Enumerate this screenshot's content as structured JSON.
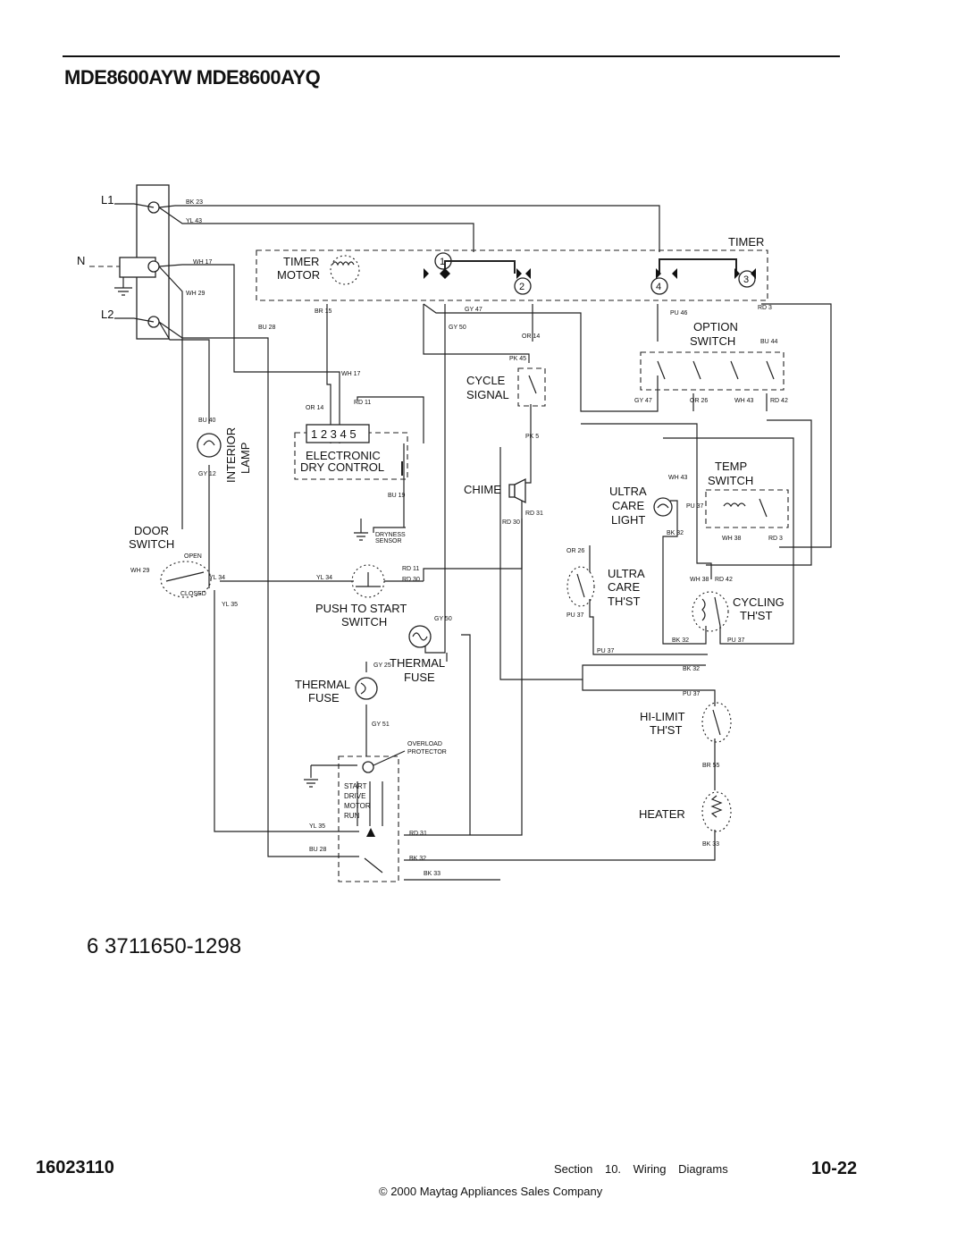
{
  "header": {
    "models": "MDE8600AYW  MDE8600AYQ"
  },
  "diagram": {
    "part_number": "6 3711650-1298",
    "terminals": {
      "l1": "L1",
      "n": "N",
      "l2": "L2"
    },
    "timer": {
      "label": "TIMER",
      "motor_label": [
        "TIMER",
        "MOTOR"
      ],
      "contacts": [
        "1",
        "2",
        "3",
        "4"
      ]
    },
    "components": {
      "option_switch": [
        "OPTION",
        "SWITCH"
      ],
      "cycle_signal": [
        "CYCLE",
        "SIGNAL"
      ],
      "interior_lamp": [
        "INTERIOR",
        "LAMP"
      ],
      "electronic_dry_control": [
        "ELECTRONIC",
        "DRY CONTROL"
      ],
      "terminal_block": "1 2 3 4 5",
      "chime": "CHIME",
      "dryness_sensor": [
        "DRYNESS",
        "SENSOR"
      ],
      "door_switch": [
        "DOOR",
        "SWITCH"
      ],
      "door_open": "OPEN",
      "door_closed": "CLOSED",
      "push_to_start": [
        "PUSH TO START",
        "SWITCH"
      ],
      "thermal_fuse_right": [
        "THERMAL",
        "FUSE"
      ],
      "thermal_fuse_left": [
        "THERMAL",
        "FUSE"
      ],
      "temp_switch": [
        "TEMP",
        "SWITCH"
      ],
      "ultra_care_light": [
        "ULTRA",
        "CARE",
        "LIGHT"
      ],
      "ultra_care_thst": [
        "ULTRA",
        "CARE",
        "TH'ST"
      ],
      "cycling_thst": [
        "CYCLING",
        "TH'ST"
      ],
      "hi_limit_thst": [
        "HI-LIMIT",
        "TH'ST"
      ],
      "heater": "HEATER",
      "overload_protector": [
        "OVERLOAD",
        "PROTECTOR"
      ],
      "motor_windings": [
        "START",
        "DRIVE",
        "MOTOR",
        "RUN"
      ]
    },
    "wire_labels": [
      "BK 23",
      "YL 43",
      "WH 17",
      "WH 29",
      "BU 28",
      "BR 15",
      "PK 45",
      "GY 50",
      "GY 47",
      "OR 14",
      "PU 46",
      "RD 3",
      "BU 44",
      "RD 42",
      "WH 43",
      "OR 26",
      "GY 47",
      "RD 11",
      "WH 17",
      "OR 14",
      "BU 40",
      "GY 12",
      "BU 19",
      "PK 5",
      "RD 31",
      "RD 30",
      "OR 26",
      "PU 37",
      "WH 43",
      "PU 37",
      "BK 32",
      "WH 38",
      "RD 3",
      "WH 38",
      "RD 42",
      "BK 32",
      "PU 37",
      "PU 37",
      "BK 32",
      "PU 37",
      "BR 55",
      "BK 33",
      "YL 34",
      "RD 11",
      "RD 30",
      "YL 35",
      "GY 50",
      "GY 25",
      "GY 51",
      "YL 35",
      "BU 28",
      "RD 31",
      "BK 32",
      "BK 33",
      "WH 29",
      "YL 34"
    ]
  },
  "footer": {
    "doc_number": "16023110",
    "section": "Section 10. Wiring Diagrams",
    "page": "10-22",
    "copyright": "© 2000 Maytag Appliances Sales Company"
  }
}
